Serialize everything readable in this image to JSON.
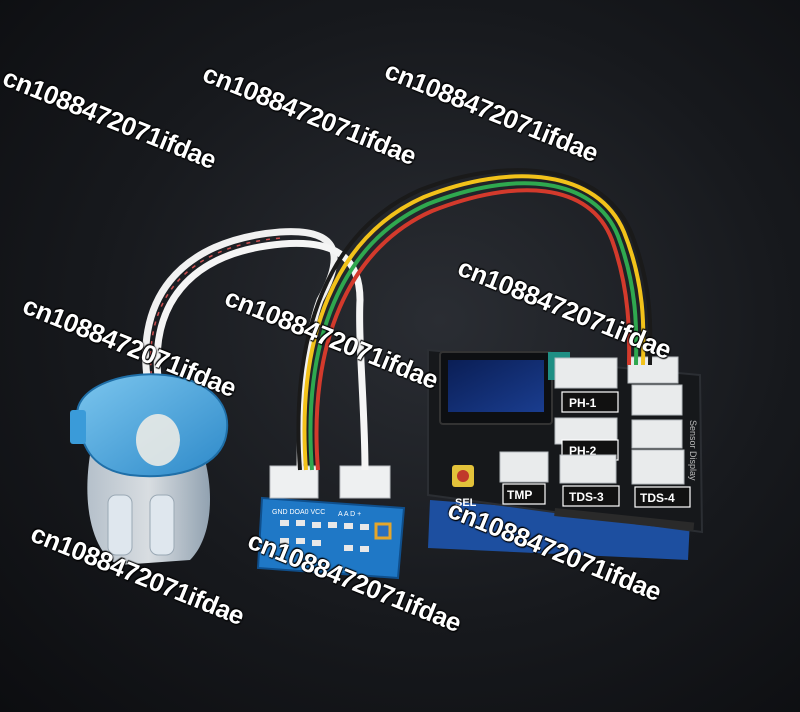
{
  "watermark": "cn1088472071ifdae",
  "shield": {
    "ports": [
      "PH-1",
      "PH-2",
      "TMP",
      "TDS-3",
      "TDS-4"
    ],
    "button_label": "SEL",
    "side_text": "Sensor Display"
  },
  "sensor_board": {
    "pins": "GND DOA0 VCC",
    "pins_right": "A  A  D  +"
  }
}
